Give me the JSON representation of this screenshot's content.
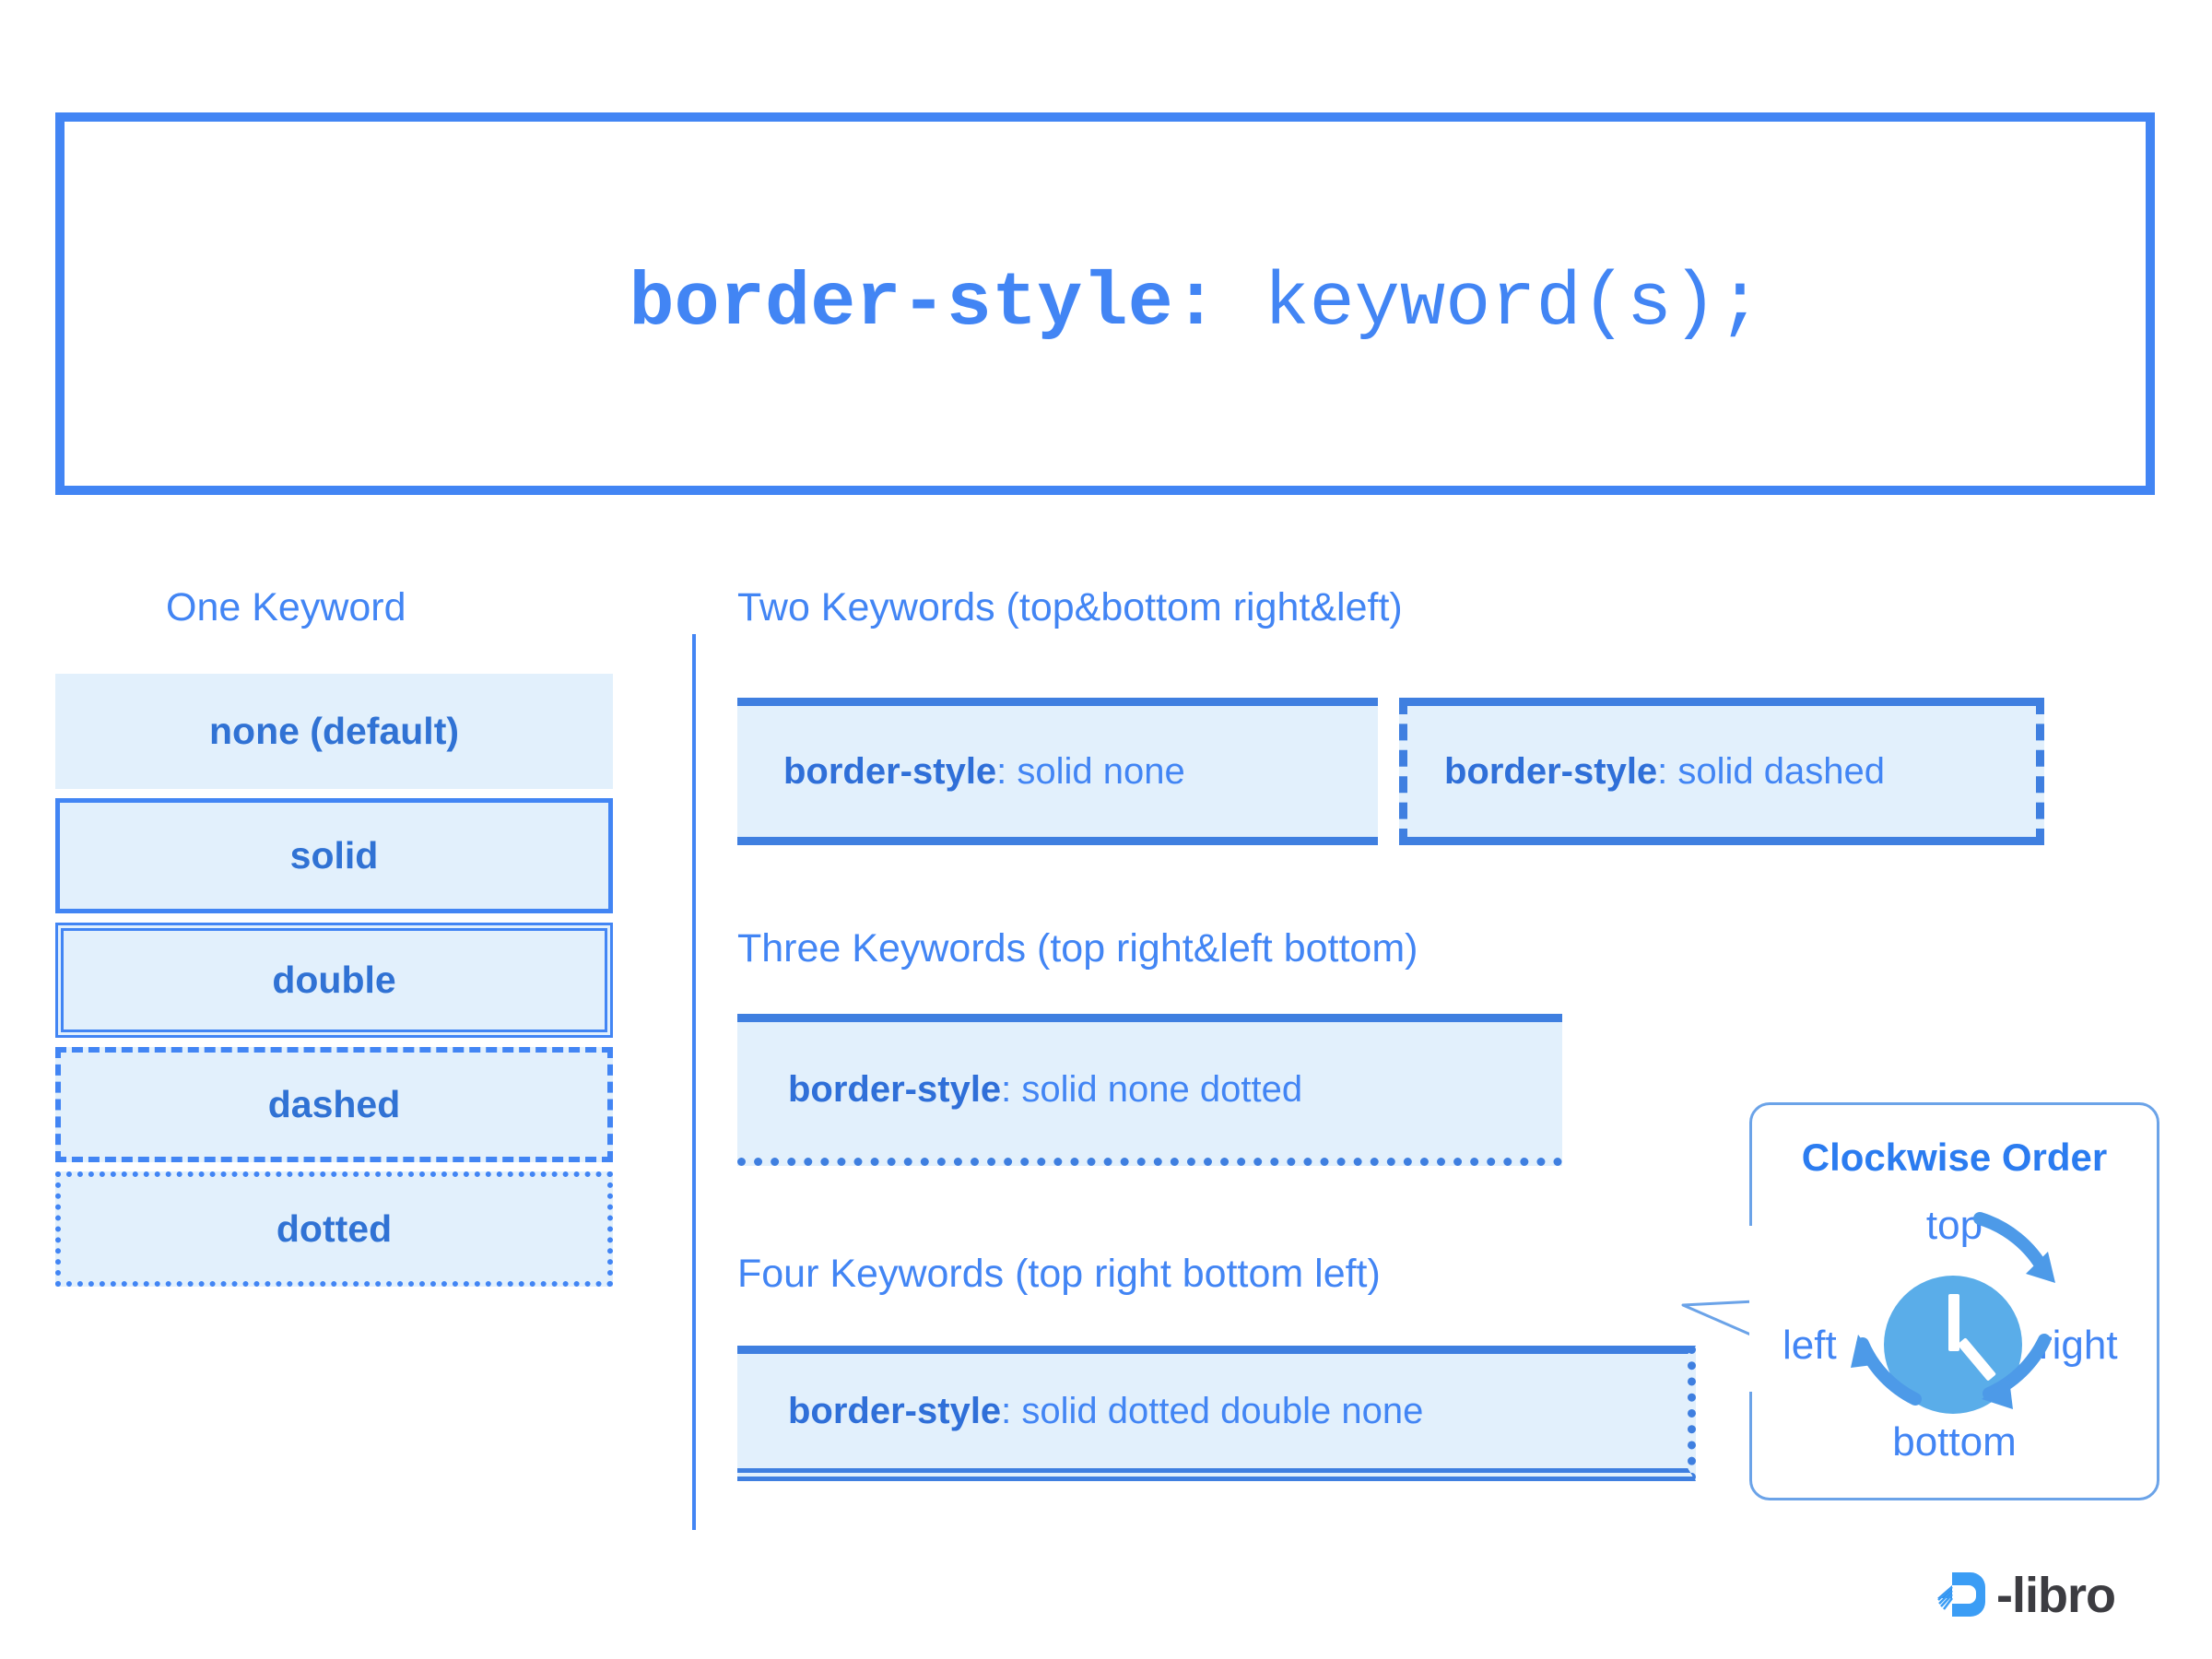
{
  "header": {
    "property": "border-style:",
    "value": " keyword(s);"
  },
  "colors": {
    "accent_blue": "#4285f4",
    "border_blue": "#3f7fe0",
    "fill_light_blue": "#e2f0fc",
    "clock_blue": "#5aade9",
    "logo_dark": "#3c3c41"
  },
  "one_keyword": {
    "heading": "One Keyword",
    "items": [
      {
        "label": "none (default)",
        "style": "none"
      },
      {
        "label": "solid",
        "style": "solid"
      },
      {
        "label": "double",
        "style": "double"
      },
      {
        "label": "dashed",
        "style": "dashed"
      },
      {
        "label": "dotted",
        "style": "dotted"
      }
    ]
  },
  "two_keywords": {
    "heading": "Two Keywords (top&bottom  right&left)",
    "examples": [
      {
        "prop": "border-style",
        "rest": ": solid none",
        "applied": "solid none"
      },
      {
        "prop": "border-style",
        "rest": ": solid dashed",
        "applied": "solid dashed"
      }
    ]
  },
  "three_keywords": {
    "heading": "Three Keywords (top  right&left bottom)",
    "examples": [
      {
        "prop": "border-style",
        "rest": ": solid none dotted",
        "applied": "solid none dotted"
      }
    ]
  },
  "four_keywords": {
    "heading": "Four Keywords (top  right bottom left)",
    "examples": [
      {
        "prop": "border-style",
        "rest": ": solid dotted double none",
        "applied": "solid dotted double none"
      }
    ]
  },
  "clockwise_callout": {
    "title": "Clockwise Order",
    "top": "top",
    "right": "right",
    "bottom": "bottom",
    "left": "left"
  },
  "logo": {
    "text": "-libro",
    "mark": "d-libro-book-icon"
  }
}
